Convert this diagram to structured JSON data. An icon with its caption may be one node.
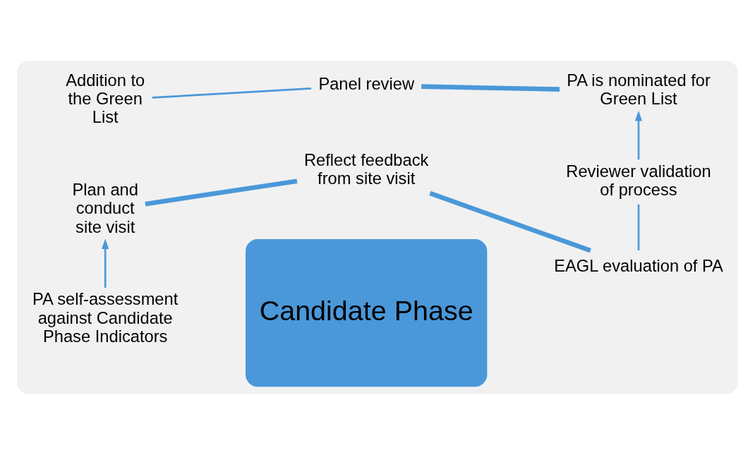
{
  "diagram": {
    "nodes": [
      {
        "text": [],
        "shape": "box"
      },
      {
        "text": [
          "PA self-assessment against Candidate Phase Indicators"
        ],
        "in": 0
      },
      {
        "text": [
          "Plan and conduct site visit"
        ],
        "in": 0
      },
      {
        "text": [
          "Reflect feedback from site visit"
        ],
        "in": 0
      },
      {
        "text": [
          "EAGL evaluation of PA"
        ],
        "in": 0
      },
      {
        "text": [
          "Reviewer validation of process"
        ],
        "in": 0
      },
      {
        "text": [
          "PA is nominated for Green List"
        ],
        "in": 0
      },
      {
        "text": [
          "Panel review"
        ],
        "in": 0
      },
      {
        "text": [
          "Addition to the Green List"
        ],
        "in": 0
      },
      {
        "text": [
          "Candidate Phase"
        ],
        "in": 0
      }
    ],
    "edges": [
      {
        "from": 1,
        "to": 2,
        "arrow": "to"
      },
      {
        "from": 2,
        "to": 3,
        "arrow": "none",
        "style": "thick"
      },
      {
        "from": 3,
        "to": 4,
        "arrow": "none",
        "style": "thick"
      },
      {
        "from": 4,
        "to": 5,
        "arrow": "none"
      },
      {
        "from": 5,
        "to": 6,
        "arrow": "to"
      },
      {
        "from": 6,
        "to": 7,
        "arrow": "none",
        "style": "thick"
      },
      {
        "from": 7,
        "to": 8,
        "arrow": "none"
      }
    ]
  }
}
